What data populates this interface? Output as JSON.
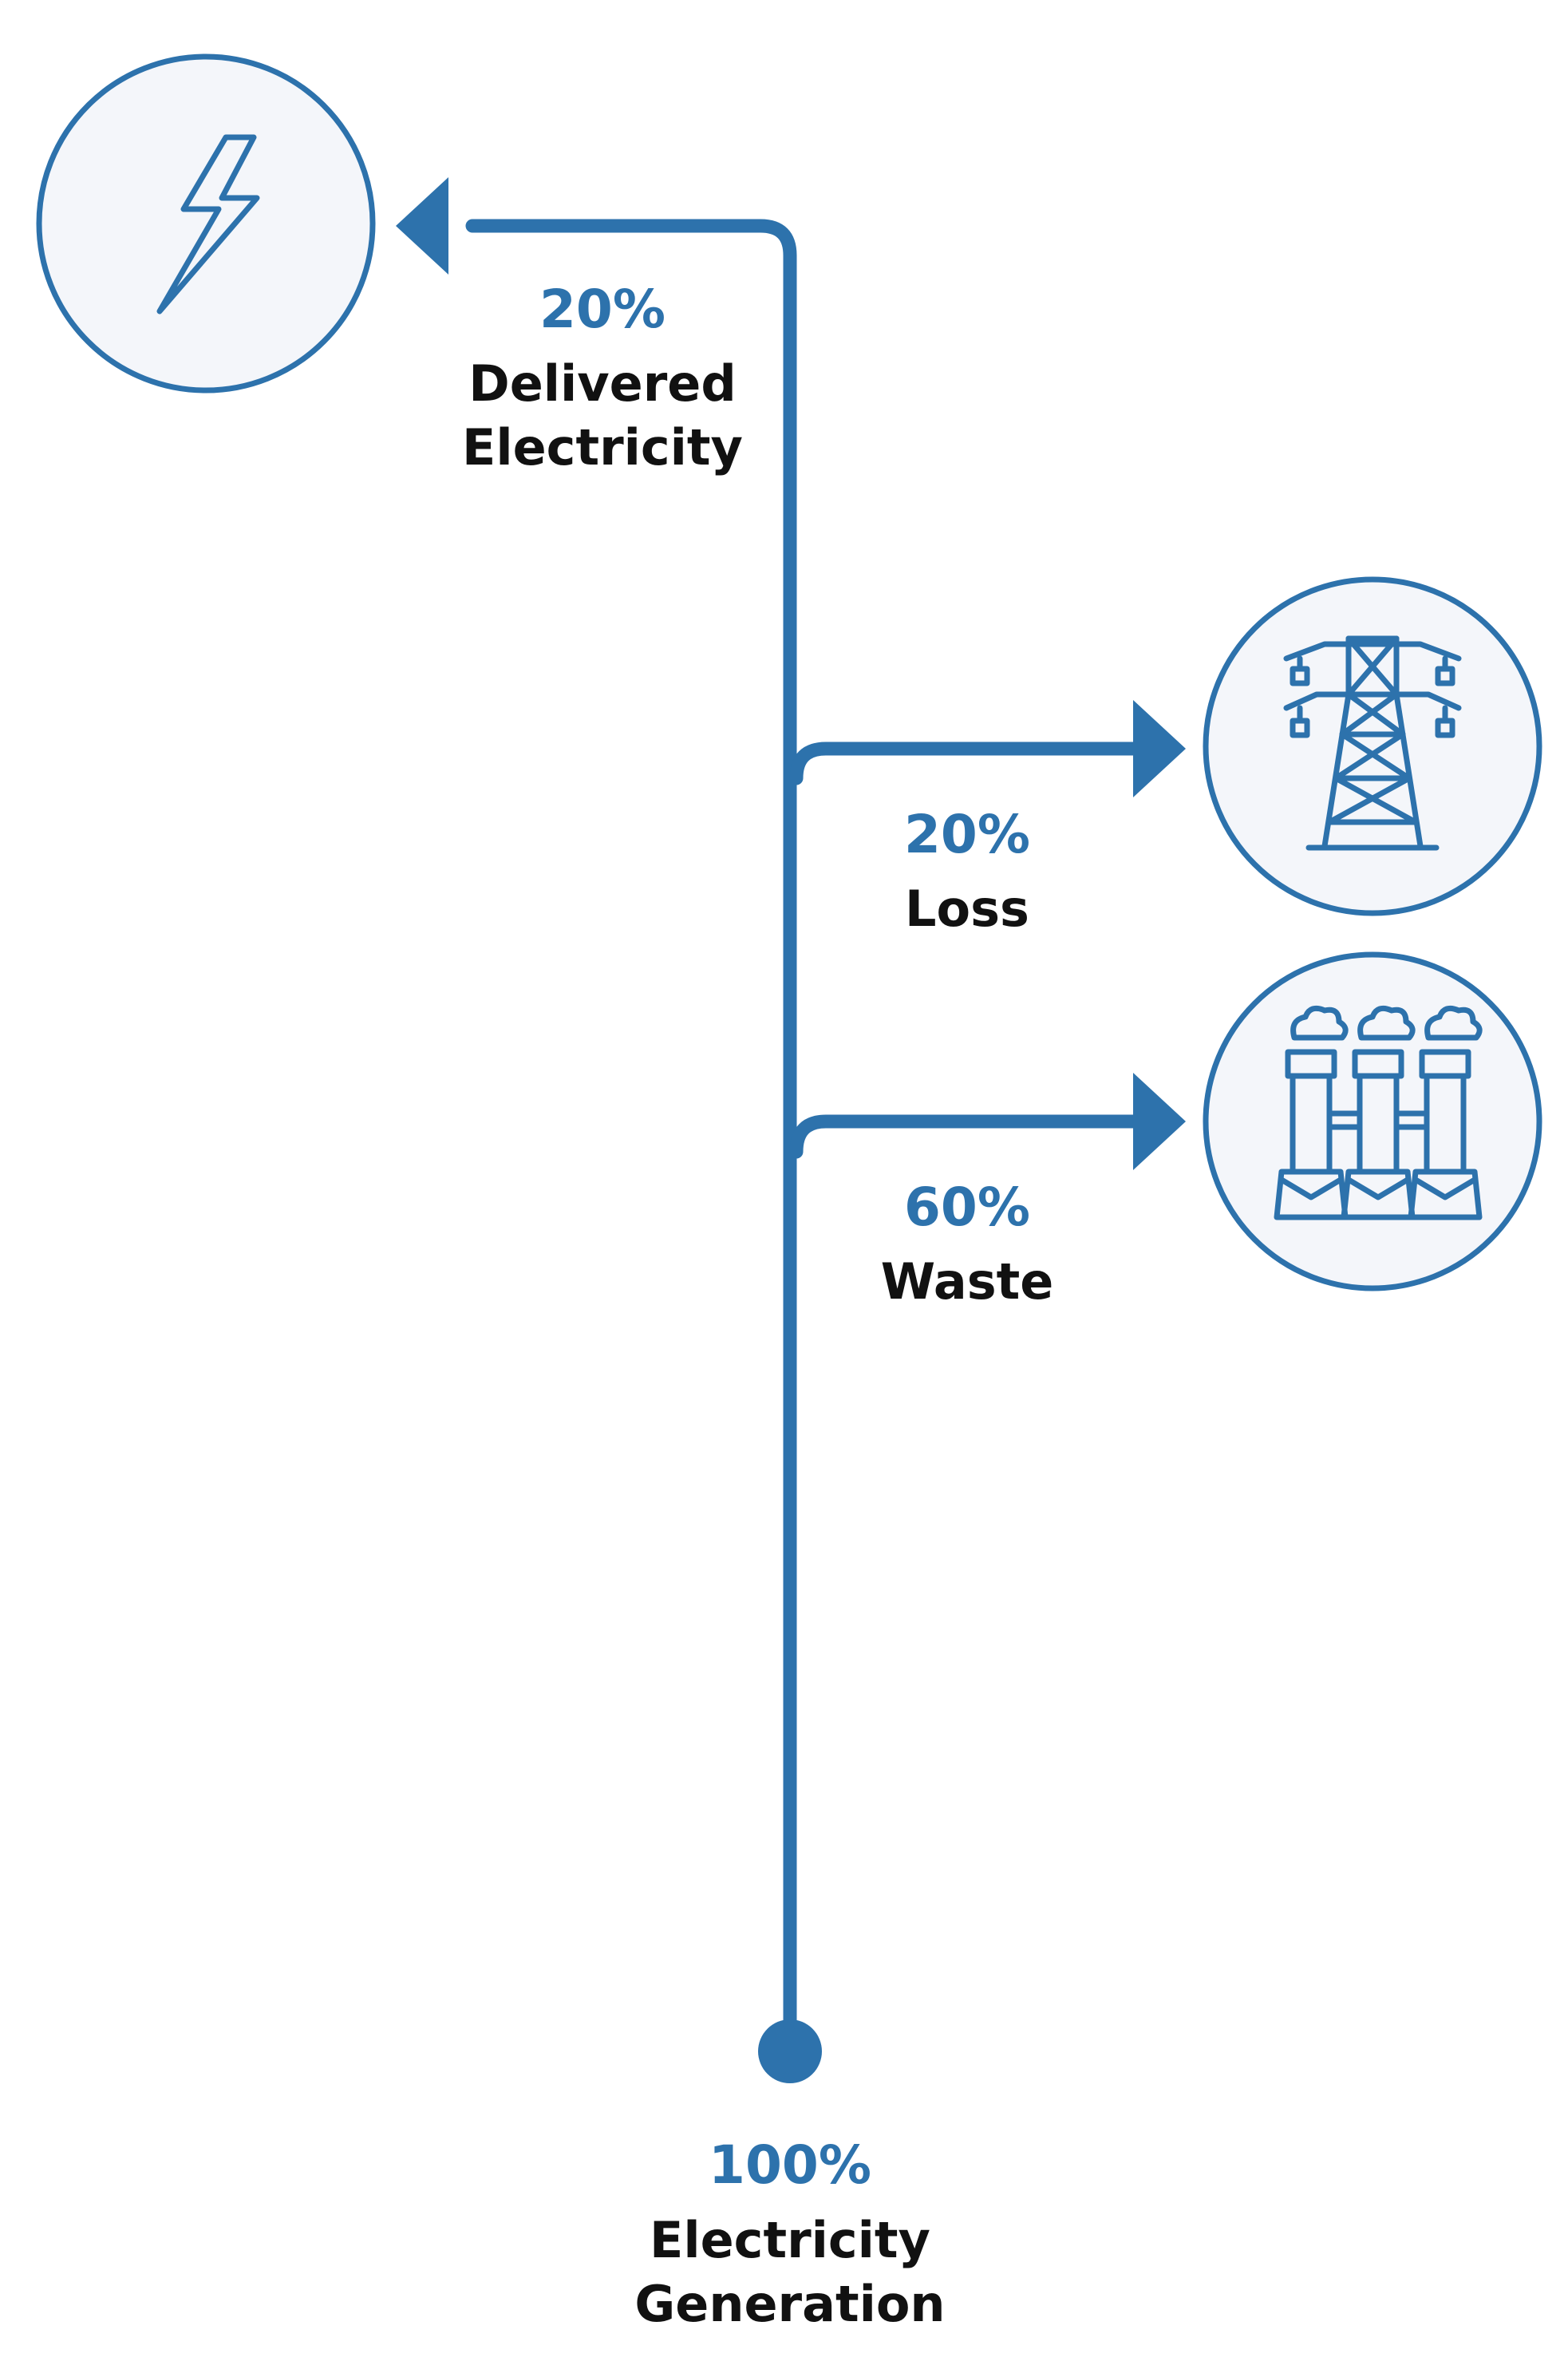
{
  "source": {
    "percent": "100%",
    "label_lines": [
      "Electricity",
      "Generation"
    ]
  },
  "branches": [
    {
      "id": "delivered",
      "percent": "20%",
      "label_lines": [
        "Delivered",
        "Electricity"
      ],
      "icon": "lightning-bolt-icon",
      "direction": "left"
    },
    {
      "id": "loss",
      "percent": "20%",
      "label_lines": [
        "Loss"
      ],
      "icon": "transmission-tower-icon",
      "direction": "right"
    },
    {
      "id": "waste",
      "percent": "60%",
      "label_lines": [
        "Waste"
      ],
      "icon": "power-plant-smokestacks-icon",
      "direction": "right"
    }
  ],
  "colors": {
    "accent": "#2d72ac",
    "text": "#111111",
    "icon_fill": "#f4f6fa"
  }
}
